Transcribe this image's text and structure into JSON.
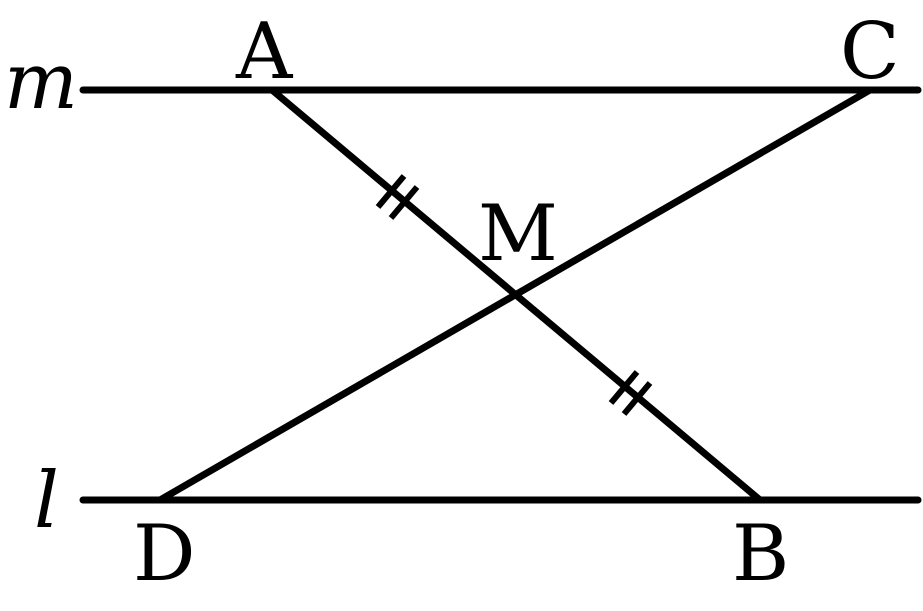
{
  "labels": {
    "line_m": "m",
    "line_l": "l",
    "point_A": "A",
    "point_C": "C",
    "point_M": "M",
    "point_D": "D",
    "point_B": "B"
  },
  "colors": {
    "stroke": "#000000",
    "background": "#ffffff"
  }
}
